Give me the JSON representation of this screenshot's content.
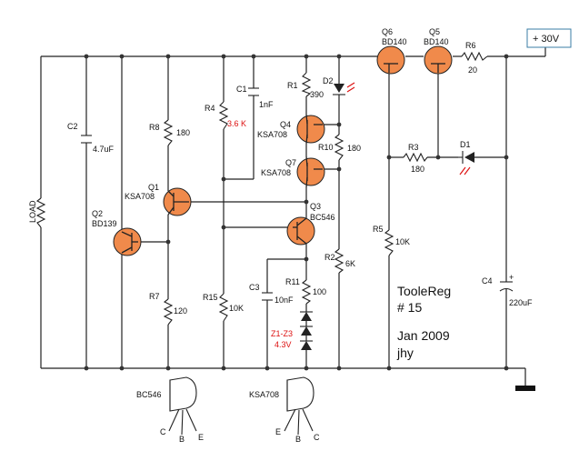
{
  "supply": "+ 30V",
  "load": "LOAD",
  "components": {
    "C2": {
      "ref": "C2",
      "value": "4.7uF"
    },
    "Q2": {
      "ref": "Q2",
      "value": "BD139"
    },
    "R8": {
      "ref": "R8",
      "value": "180"
    },
    "Q1": {
      "ref": "Q1",
      "value": "KSA708"
    },
    "R7": {
      "ref": "R7",
      "value": "120"
    },
    "R4": {
      "ref": "R4",
      "value": "3.6 K"
    },
    "C1": {
      "ref": "C1",
      "value": "1nF"
    },
    "R15": {
      "ref": "R15",
      "value": "10K"
    },
    "R1": {
      "ref": "R1",
      "value": "390"
    },
    "D2": {
      "ref": "D2"
    },
    "Q4": {
      "ref": "Q4",
      "value": "KSA708"
    },
    "R10": {
      "ref": "R10",
      "value": "180"
    },
    "Q7": {
      "ref": "Q7",
      "value": "KSA708"
    },
    "Q3": {
      "ref": "Q3",
      "value": "BC546"
    },
    "R2": {
      "ref": "R2",
      "value": "6K"
    },
    "C3": {
      "ref": "C3",
      "value": "10nF"
    },
    "R11": {
      "ref": "R11",
      "value": "100"
    },
    "Z": {
      "ref": "Z1-Z3",
      "value": "4.3V"
    },
    "Q6": {
      "ref": "Q6",
      "value": "BD140"
    },
    "Q5": {
      "ref": "Q5",
      "value": "BD140"
    },
    "R6": {
      "ref": "R6",
      "value": "20"
    },
    "R3": {
      "ref": "R3",
      "value": "180"
    },
    "D1": {
      "ref": "D1"
    },
    "R5": {
      "ref": "R5",
      "value": "10K"
    },
    "C4": {
      "ref": "C4",
      "value": "220uF"
    }
  },
  "title_block": {
    "line1": "TooleReg",
    "line2": "# 15",
    "line3": "Jan 2009",
    "line4": "jhy"
  },
  "packages": [
    {
      "name": "BC546",
      "pins": [
        "C",
        "B",
        "E"
      ]
    },
    {
      "name": "KSA708",
      "pins": [
        "E",
        "B",
        "C"
      ]
    }
  ],
  "colors": {
    "transistor_fill": "#f08a4b",
    "highlight_text": "#dd1111",
    "led_rays": "#dd1111"
  }
}
